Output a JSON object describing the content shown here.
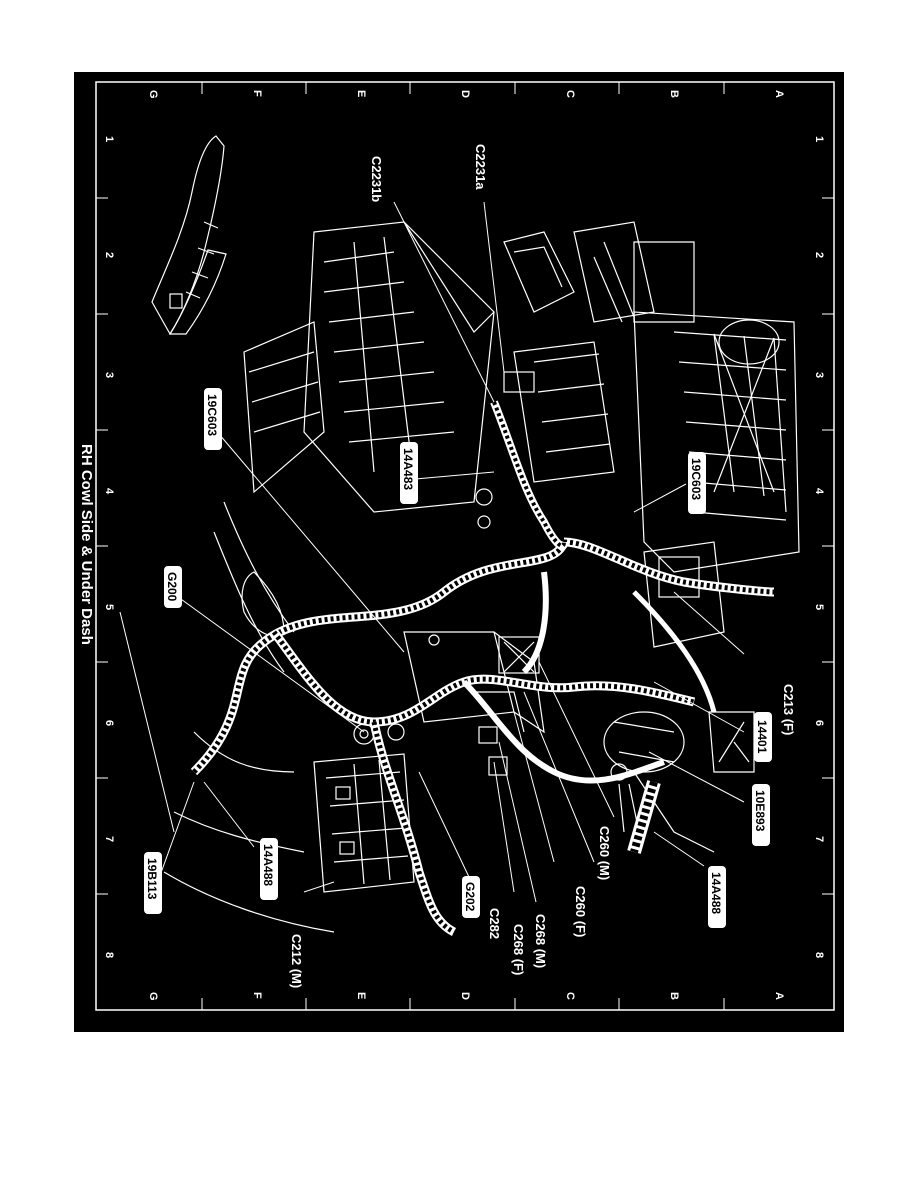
{
  "diagram": {
    "title": "RH Cowl Side & Under Dash",
    "grid": {
      "row_letters": [
        "A",
        "B",
        "C",
        "D",
        "E",
        "F",
        "G"
      ],
      "column_numbers": [
        "1",
        "2",
        "3",
        "4",
        "5",
        "6",
        "7",
        "8"
      ]
    },
    "labels": {
      "c2231a": "C2231a",
      "c2231b": "C2231b",
      "c213f": "C213 (F)",
      "c260m": "C260 (M)",
      "c260f": "C260 (F)",
      "c268m": "C268 (M)",
      "c268f": "C268 (F)",
      "c282": "C282",
      "c212m": "C212 (M)"
    },
    "boxed_labels": {
      "b19c603_top": "19C603",
      "b19c603_left": "19C603",
      "b14a483": "14A483",
      "b14401": "14401",
      "b10e893": "10E893",
      "b14a488_right": "14A488",
      "b14a488_left": "14A488",
      "b19b113": "19B113",
      "bg200": "G200",
      "bg202": "G202"
    }
  }
}
